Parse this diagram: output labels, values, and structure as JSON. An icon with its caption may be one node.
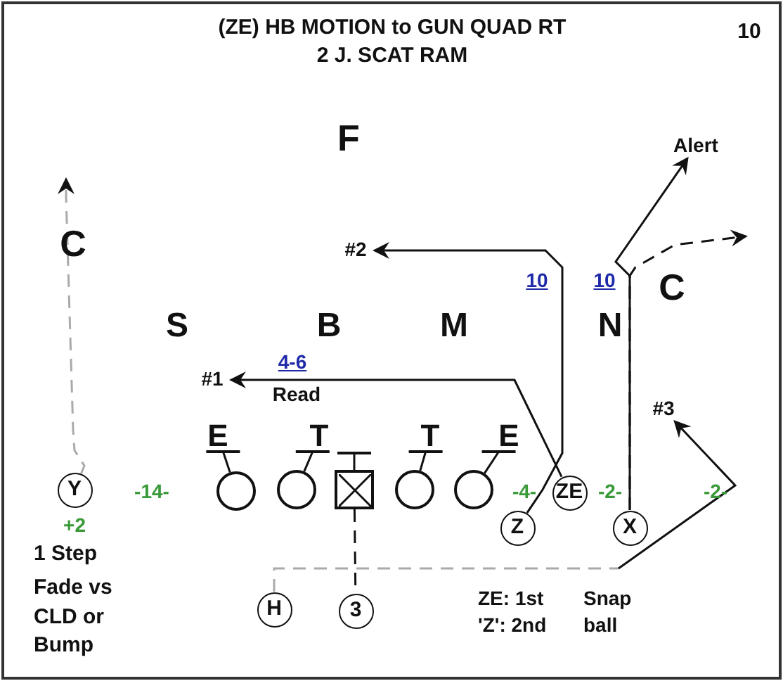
{
  "diagram": {
    "title": "(ZE) HB MOTION to GUN QUAD RT 2 J. SCAT RAM",
    "nodes": [
      {
        "text": [
          "Alert"
        ]
      },
      {
        "text": [
          "#2"
        ]
      },
      {
        "text": [
          "#1"
        ]
      },
      {
        "text": [
          "#3"
        ]
      },
      {
        "text": [
          "E"
        ]
      },
      {
        "text": [
          "T"
        ]
      },
      {
        "text": [
          "T"
        ]
      },
      {
        "text": [
          "E"
        ]
      },
      {
        "text": [
          "Y"
        ]
      },
      {
        "text": [],
        "shape": "circle"
      },
      {
        "text": [],
        "shape": "circle"
      },
      {
        "text": [],
        "shape": "box"
      },
      {
        "text": [],
        "shape": "circle"
      },
      {
        "text": [],
        "shape": "circle"
      },
      {
        "text": [
          "ZE"
        ]
      },
      {
        "text": [
          "Z"
        ]
      },
      {
        "text": [
          "X"
        ]
      },
      {
        "text": [
          "H"
        ]
      },
      {
        "text": [
          "3"
        ]
      }
    ],
    "edges": [
      {
        "from": 8,
        "to": null,
        "arrow": "to",
        "style": "dashed",
        "color": "#aaaaaa"
      },
      {
        "from": 14,
        "to": 2,
        "arrow": "to"
      },
      {
        "from": 15,
        "to": 1,
        "arrow": "to"
      },
      {
        "from": 16,
        "to": 0,
        "arrow": "to"
      },
      {
        "from": 16,
        "to": null,
        "arrow": "to",
        "style": "dashed"
      },
      {
        "from": 17,
        "to": null,
        "arrow": "none",
        "style": "dashed",
        "color": "#aaaaaa"
      },
      {
        "from": null,
        "to": 3,
        "arrow": "to"
      },
      {
        "from": 11,
        "to": 18,
        "arrow": "none",
        "style": "dashed"
      },
      {
        "from": 9,
        "to": 4,
        "arrow": "other"
      },
      {
        "from": 10,
        "to": 5,
        "arrow": "other"
      },
      {
        "from": 12,
        "to": 6,
        "arrow": "other"
      },
      {
        "from": 13,
        "to": 7,
        "arrow": "other"
      },
      {
        "from": 11,
        "to": null,
        "arrow": "other"
      }
    ],
    "labels": [
      "10",
      "F",
      "C",
      "10",
      "10",
      "C",
      "S",
      "B",
      "M",
      "N",
      "4-6",
      "Read",
      "-14-",
      "-4-",
      "-2-",
      "-2-",
      "+2",
      "1 Step",
      "Fade vs CLD or Bump",
      "ZE: 1st 'Z': 2nd",
      "Snap ball"
    ]
  }
}
